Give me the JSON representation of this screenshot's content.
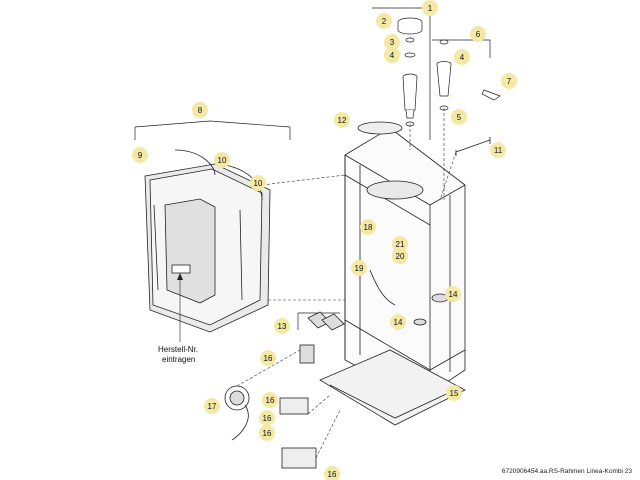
{
  "diagram": {
    "part_numbers": [
      "1",
      "2",
      "3",
      "4",
      "5",
      "6",
      "4",
      "5",
      "7",
      "8",
      "9",
      "10",
      "10",
      "11",
      "12",
      "13",
      "14",
      "14",
      "15",
      "16",
      "16",
      "16",
      "16",
      "16",
      "17",
      "18",
      "19",
      "20",
      "21"
    ],
    "annotation_line1": "Herstell-Nr.",
    "annotation_line2": "eintragen",
    "reference": "6720906454.aa.RS-Rahmen Linea-Kombi 23",
    "colors": {
      "callout": "#f3e9a4",
      "line": "#222222",
      "shade": "#d8d8d8"
    }
  }
}
